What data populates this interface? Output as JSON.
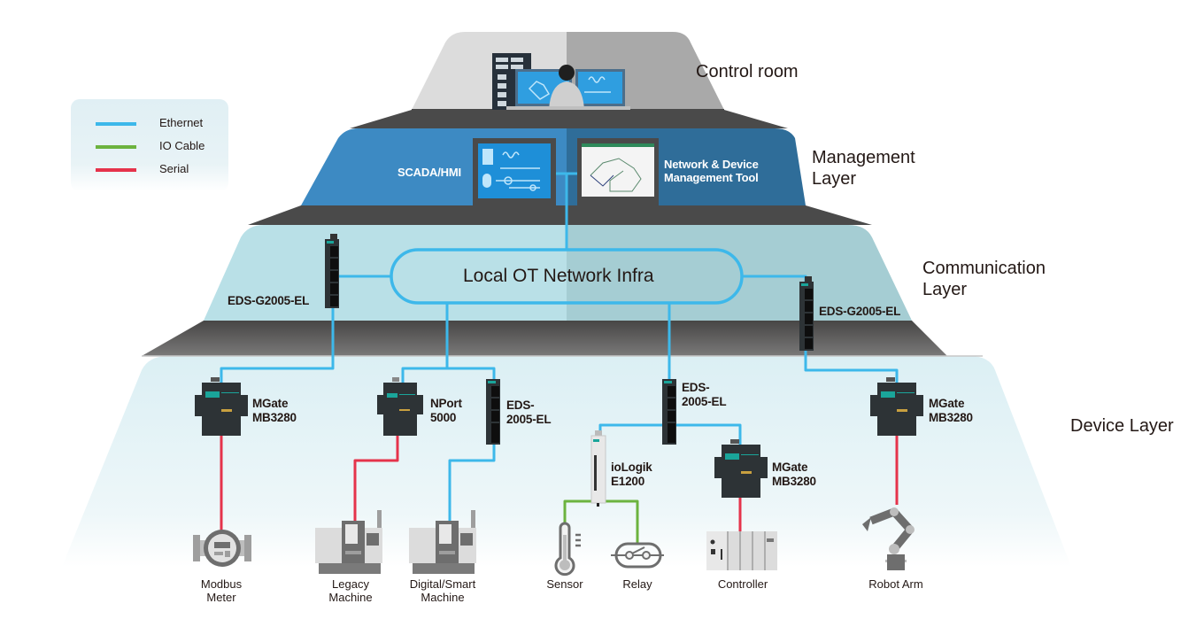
{
  "legend": {
    "items": [
      {
        "label": "Ethernet",
        "color": "#3db8ea"
      },
      {
        "label": "IO Cable",
        "color": "#6cb33f"
      },
      {
        "label": "Serial",
        "color": "#e5334b"
      }
    ]
  },
  "layers": {
    "control_room": {
      "title": "Control room"
    },
    "management": {
      "title": "Management\nLayer",
      "scada_label": "SCADA/HMI",
      "tool_label": "Network & Device\nManagement Tool"
    },
    "communication": {
      "title": "Communication\nLayer",
      "infra_label": "Local OT Network Infra"
    },
    "device": {
      "title": "Device Layer"
    }
  },
  "devices": {
    "eds_g2005_left": "EDS-G2005-EL",
    "eds_g2005_right": "EDS-G2005-EL",
    "mgate_1": "MGate\nMB3280",
    "nport": "NPort\n5000",
    "eds_2005_left": "EDS-\n2005-EL",
    "eds_2005_right": "EDS-\n2005-EL",
    "iologik": "ioLogik\nE1200",
    "mgate_2": "MGate\nMB3280",
    "mgate_3": "MGate\nMB3280"
  },
  "endpoints": {
    "modbus_meter": "Modbus\nMeter",
    "legacy_machine": "Legacy\nMachine",
    "smart_machine": "Digital/Smart\nMachine",
    "sensor": "Sensor",
    "relay": "Relay",
    "controller": "Controller",
    "robot_arm": "Robot Arm"
  },
  "colors": {
    "ethernet": "#3db8ea",
    "io_cable": "#6cb33f",
    "serial": "#e5334b",
    "management_left": "#3d8ac3",
    "management_right": "#2f6d99",
    "communication_left": "#b9e0e7",
    "communication_right": "#a5cdd3",
    "control_left": "#dcdcdc",
    "control_right": "#a9a9a9",
    "device_bg": "#dff0f5",
    "device_body": "#2d3336",
    "device_accent": "#1aa59a"
  }
}
